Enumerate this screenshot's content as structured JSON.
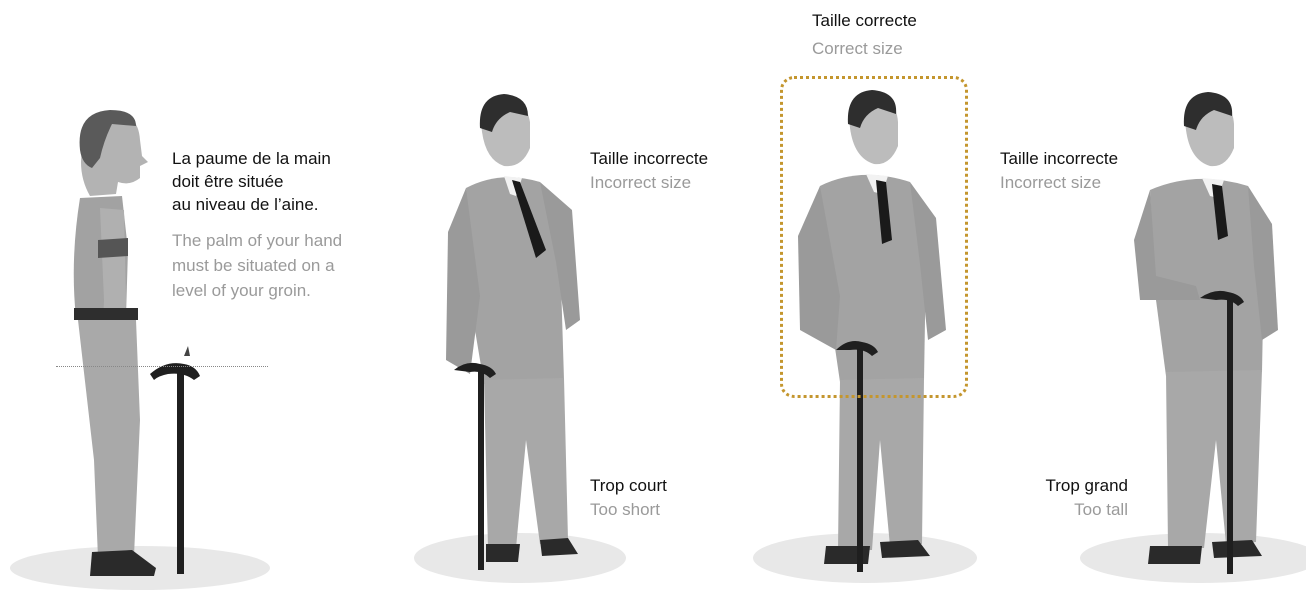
{
  "fig1": {
    "fr": [
      "La paume de la main",
      "doit être située",
      "au niveau de l’aine."
    ],
    "en": [
      "The palm of your hand",
      "must be situated on a",
      "level of your groin."
    ]
  },
  "fig2": {
    "status_fr": "Taille incorrecte",
    "status_en": "Incorrect size",
    "verdict_fr": "Trop court",
    "verdict_en": "Too short"
  },
  "fig3": {
    "status_fr": "Taille correcte",
    "status_en": "Correct size"
  },
  "fig4": {
    "status_fr": "Taille incorrecte",
    "status_en": "Incorrect size",
    "verdict_fr": "Trop grand",
    "verdict_en": "Too tall"
  },
  "colors": {
    "figure_gray": "#a9a9a9",
    "suit_gray": "#a3a3a3",
    "shadow_gray": "#e8e8e8",
    "cane_black": "#1f1f1f",
    "highlight_gold": "#c4962e",
    "caption_gray": "#9a9a9a"
  }
}
